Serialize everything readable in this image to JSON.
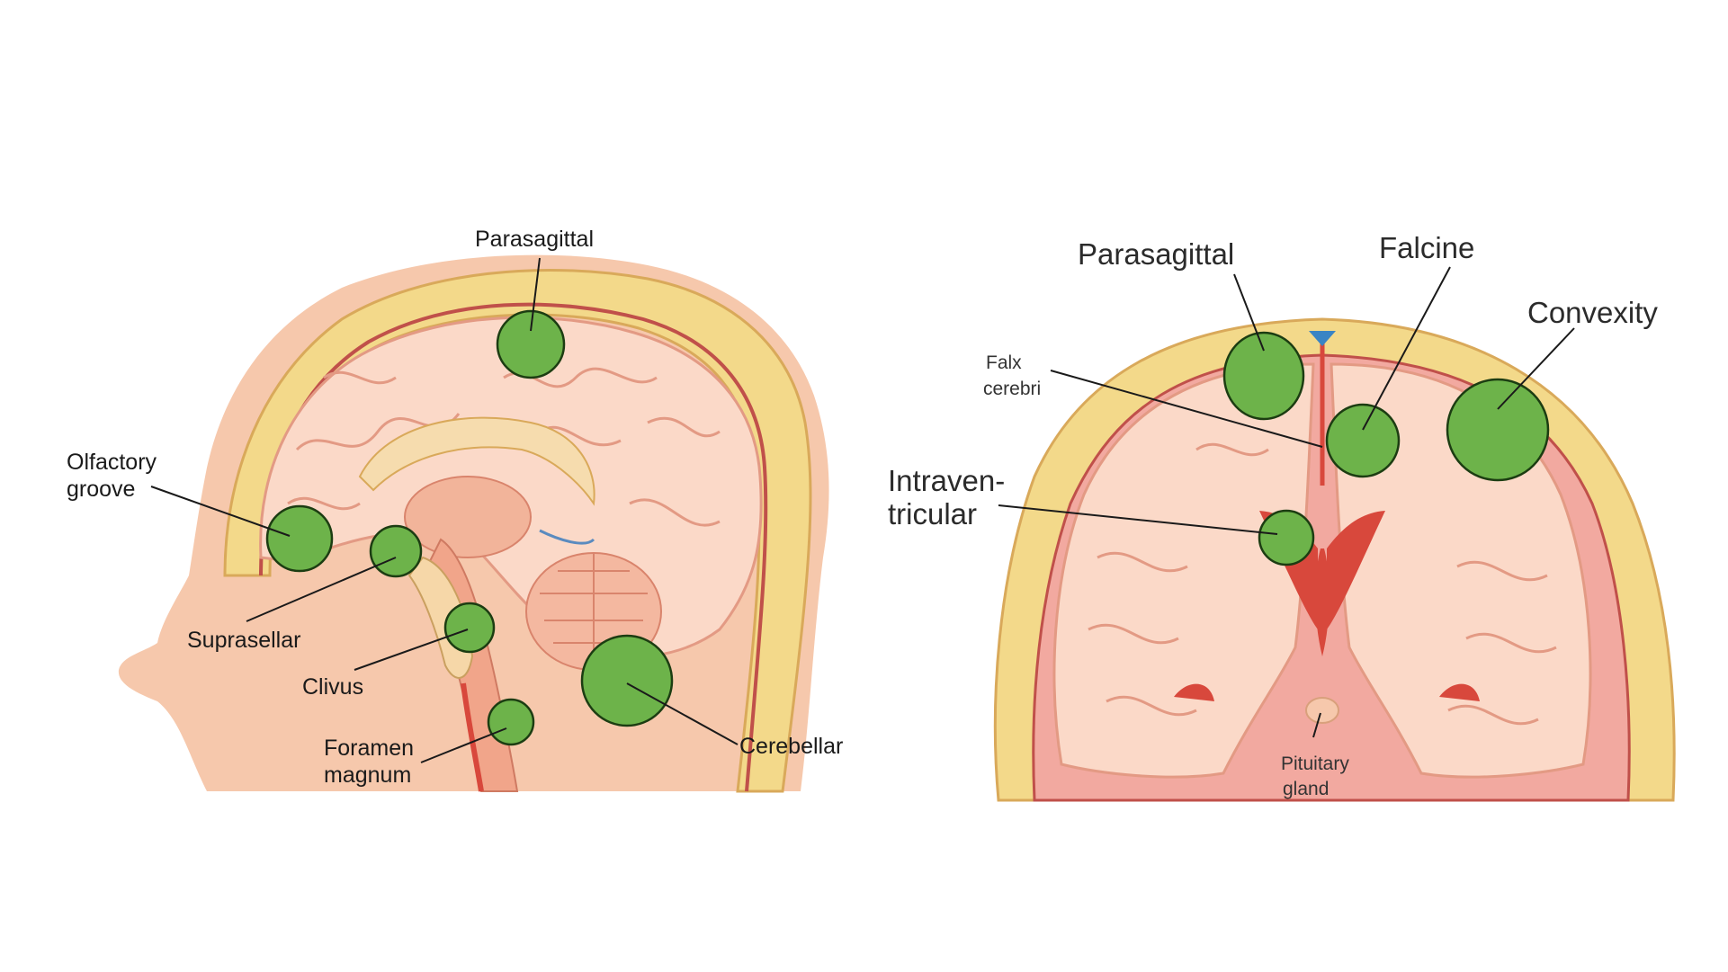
{
  "colors": {
    "tumor": "#6db34a",
    "tumor_stroke": "#1c3d12",
    "skin": "#f6c8ac",
    "skull": "#f3d98a",
    "brain": "#fbd9c8",
    "gyri_line": "#e39a84",
    "vessel": "#d8483c"
  },
  "sagittal": {
    "labels": {
      "parasagittal": "Parasagittal",
      "olfactory_1": "Olfactory",
      "olfactory_2": "groove",
      "suprasellar": "Suprasellar",
      "clivus": "Clivus",
      "foramen_1": "Foramen",
      "foramen_2": "magnum",
      "cerebellar": "Cerebellar"
    }
  },
  "coronal": {
    "labels": {
      "parasagittal": "Parasagittal",
      "falcine": "Falcine",
      "convexity": "Convexity",
      "falx_1": "Falx",
      "falx_2": "cerebri",
      "intra_1": "Intraven-",
      "intra_2": "tricular",
      "pituitary_1": "Pituitary",
      "pituitary_2": "gland"
    }
  }
}
